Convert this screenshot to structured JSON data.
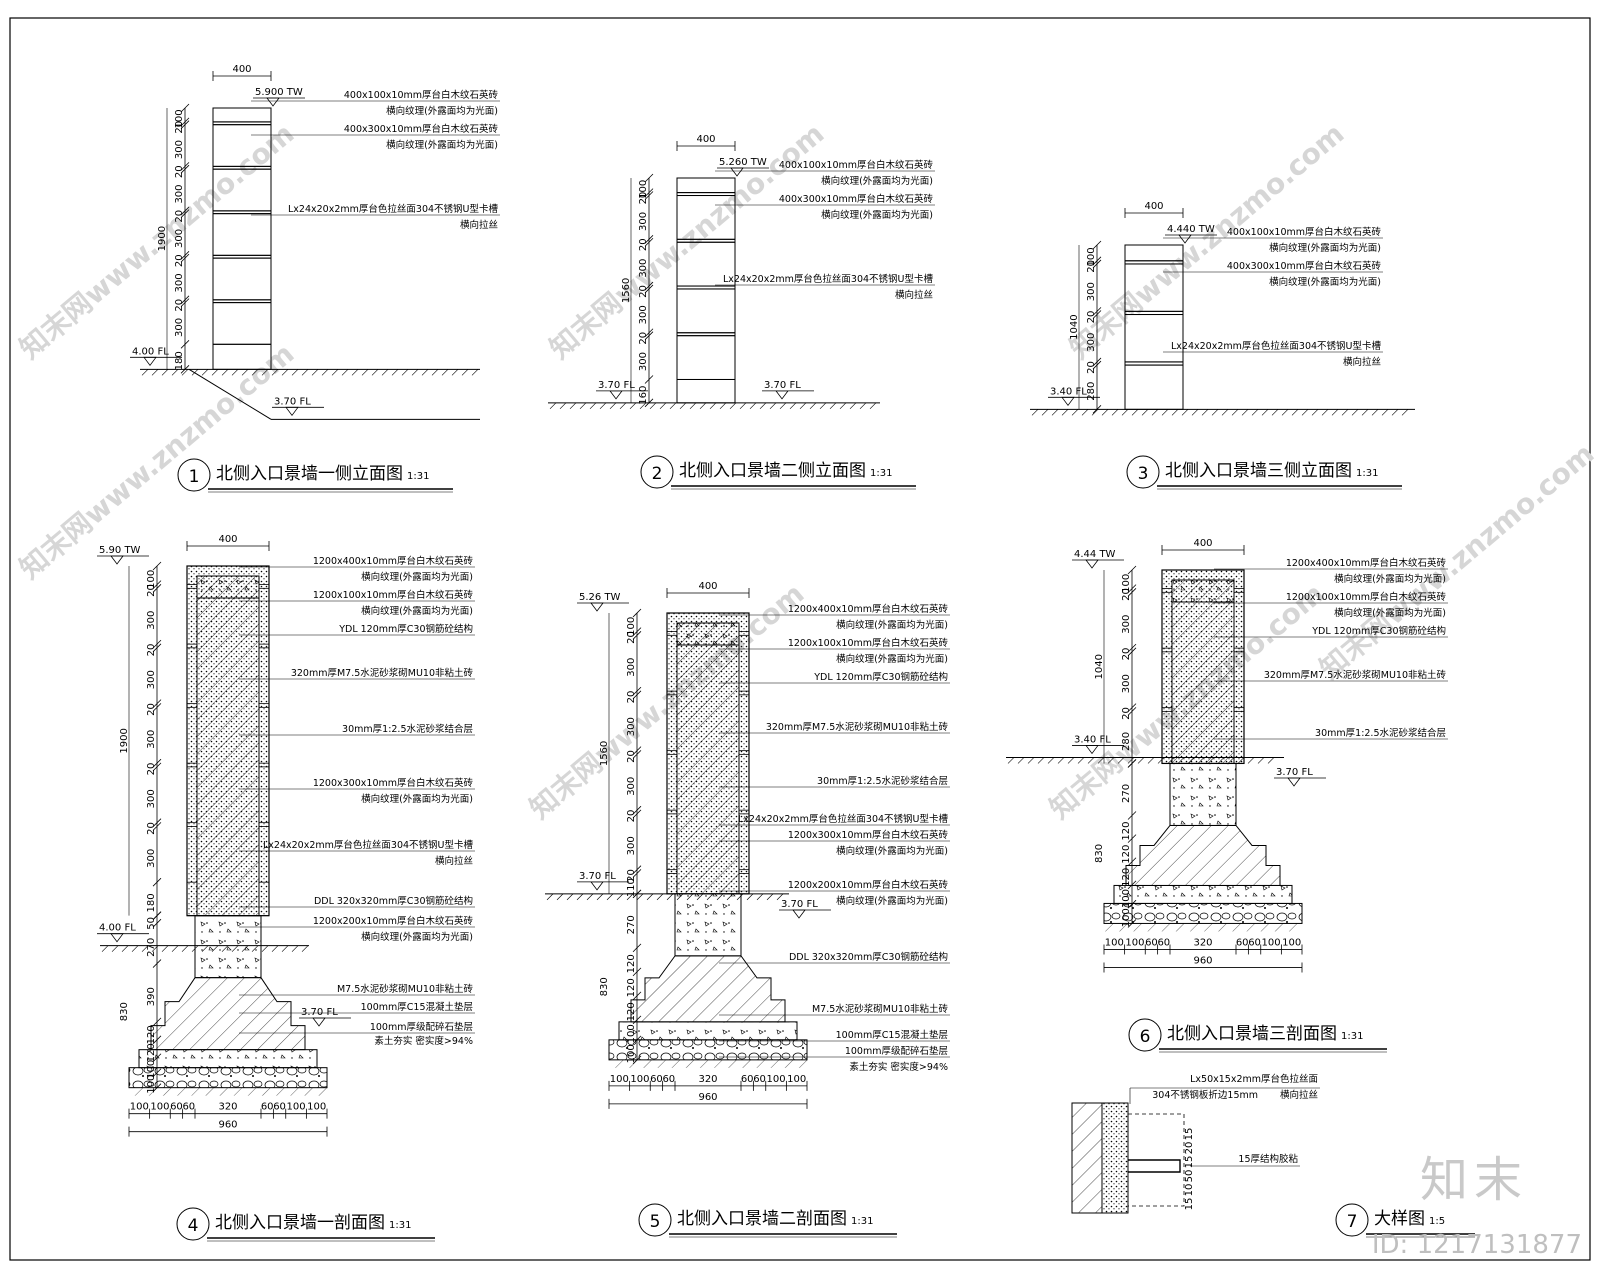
{
  "watermark": {
    "site": "知末网www.znzmo.com",
    "brand": "知末",
    "id": "ID: 1217131877"
  },
  "titles": [
    {
      "num": "1",
      "text": "北侧入口景墙一侧立面图",
      "scale": "1:31"
    },
    {
      "num": "2",
      "text": "北侧入口景墙二侧立面图",
      "scale": "1:31"
    },
    {
      "num": "3",
      "text": "北侧入口景墙三侧立面图",
      "scale": "1:31"
    },
    {
      "num": "4",
      "text": "北侧入口景墙一剖面图",
      "scale": "1:31"
    },
    {
      "num": "5",
      "text": "北侧入口景墙二剖面图",
      "scale": "1:31"
    },
    {
      "num": "6",
      "text": "北侧入口景墙三剖面图",
      "scale": "1:31"
    },
    {
      "num": "7",
      "text": "大样图",
      "scale": "1:5"
    }
  ],
  "elev1": {
    "top_dim": "400",
    "total": "1900",
    "level_top": "5.900 TW",
    "level_left": "4.00 FL",
    "level_right": "3.70 FL",
    "segments": [
      "100",
      "20",
      "300",
      "20",
      "300",
      "20",
      "300",
      "20",
      "300",
      "20",
      "300",
      "180"
    ],
    "notes": [
      "400x100x10mm厚台白木纹石英砖",
      "横向纹理(外露面均为光面)",
      "400x300x10mm厚台白木纹石英砖",
      "横向纹理(外露面均为光面)",
      "Lx24x20x2mm厚台色拉丝面304不锈钢U型卡槽",
      "横向拉丝"
    ]
  },
  "elev2": {
    "top_dim": "400",
    "total": "1560",
    "level_top": "5.260 TW",
    "level_left": "3.70 FL",
    "level_right": "3.70 FL",
    "segments": [
      "100",
      "20",
      "300",
      "20",
      "300",
      "20",
      "300",
      "20",
      "300",
      "160"
    ],
    "notes": [
      "400x100x10mm厚台白木纹石英砖",
      "横向纹理(外露面均为光面)",
      "400x300x10mm厚台白木纹石英砖",
      "横向纹理(外露面均为光面)",
      "Lx24x20x2mm厚台色拉丝面304不锈钢U型卡槽",
      "横向拉丝"
    ]
  },
  "elev3": {
    "top_dim": "400",
    "total": "1040",
    "level_top": "4.440 TW",
    "level_left": "3.40 FL",
    "segments": [
      "100",
      "20",
      "300",
      "20",
      "300",
      "20",
      "280"
    ],
    "notes": [
      "400x100x10mm厚台白木纹石英砖",
      "横向纹理(外露面均为光面)",
      "400x300x10mm厚台白木纹石英砖",
      "横向纹理(外露面均为光面)",
      "Lx24x20x2mm厚台色拉丝面304不锈钢U型卡槽",
      "横向拉丝"
    ]
  },
  "sec4": {
    "top_dim": "400",
    "total": "1900",
    "base_total": "830",
    "level_top": "5.90 TW",
    "level_left": "4.00 FL",
    "level_right": "3.70 FL",
    "segments": [
      "100",
      "20",
      "300",
      "20",
      "300",
      "20",
      "300",
      "20",
      "300",
      "20",
      "300",
      "180"
    ],
    "base_segments": [
      "50",
      "270",
      "390",
      "120",
      "120",
      "100",
      "100"
    ],
    "bottom_dims": [
      "100",
      "100",
      "60",
      "60",
      "320",
      "60",
      "60",
      "100",
      "100"
    ],
    "bottom_total": "960",
    "notes": [
      "1200x400x10mm厚台白木纹石英砖",
      "横向纹理(外露面均为光面)",
      "1200x100x10mm厚台白木纹石英砖",
      "横向纹理(外露面均为光面)",
      "YDL 120mm厚C30钢筋砼结构",
      "320mm厚M7.5水泥砂浆砌MU10非粘土砖",
      "30mm厚1:2.5水泥砂浆结合层",
      "1200x300x10mm厚台白木纹石英砖",
      "横向纹理(外露面均为光面)",
      "Lx24x20x2mm厚台色拉丝面304不锈钢U型卡槽",
      "横向拉丝",
      "DDL 320x320mm厚C30钢筋砼结构",
      "1200x200x10mm厚台白木纹石英砖",
      "横向纹理(外露面均为光面)",
      "M7.5水泥砂浆砌MU10非粘土砖",
      "100mm厚C15混凝土垫层",
      "100mm厚级配碎石垫层",
      "素土夯实 密实度>94%"
    ]
  },
  "sec5": {
    "top_dim": "400",
    "total": "1560",
    "base_total": "830",
    "level_top": "5.26 TW",
    "level_left": "3.70 FL",
    "level_right": "3.70 FL",
    "segments": [
      "100",
      "20",
      "300",
      "20",
      "300",
      "20",
      "300",
      "20",
      "300",
      "20",
      "110"
    ],
    "base_segments": [
      "270",
      "120",
      "120",
      "120",
      "100",
      "100"
    ],
    "bottom_dims": [
      "100",
      "100",
      "60",
      "60",
      "320",
      "60",
      "60",
      "100",
      "100"
    ],
    "bottom_total": "960",
    "notes": [
      "1200x400x10mm厚台白木纹石英砖",
      "横向纹理(外露面均为光面)",
      "1200x100x10mm厚台白木纹石英砖",
      "横向纹理(外露面均为光面)",
      "YDL 120mm厚C30钢筋砼结构",
      "320mm厚M7.5水泥砂浆砌MU10非粘土砖",
      "30mm厚1:2.5水泥砂浆结合层",
      "Lx24x20x2mm厚台色拉丝面304不锈钢U型卡槽",
      "1200x300x10mm厚台白木纹石英砖",
      "横向纹理(外露面均为光面)",
      "1200x200x10mm厚台白木纹石英砖",
      "横向纹理(外露面均为光面)",
      "DDL 320x320mm厚C30钢筋砼结构",
      "M7.5水泥砂浆砌MU10非粘土砖",
      "100mm厚C15混凝土垫层",
      "100mm厚级配碎石垫层",
      "素土夯实 密实度>94%"
    ]
  },
  "sec6": {
    "top_dim": "400",
    "total": "1040",
    "base_total": "830",
    "level_top": "4.44 TW",
    "level_left": "3.40 FL",
    "level_right": "3.70 FL",
    "segments": [
      "100",
      "20",
      "300",
      "20",
      "300",
      "20",
      "280"
    ],
    "base_segments": [
      "270",
      "120",
      "120",
      "120",
      "100",
      "100"
    ],
    "bottom_dims": [
      "100",
      "100",
      "60",
      "60",
      "320",
      "60",
      "60",
      "100",
      "100"
    ],
    "bottom_total": "960",
    "notes": [
      "1200x400x10mm厚台白木纹石英砖",
      "横向纹理(外露面均为光面)",
      "1200x100x10mm厚台白木纹石英砖",
      "横向纹理(外露面均为光面)",
      "YDL 120mm厚C30钢筋砼结构",
      "320mm厚M7.5水泥砂浆砌MU10非粘土砖",
      "30mm厚1:2.5水泥砂浆结合层"
    ]
  },
  "detail7": {
    "notes": [
      "Lx50x15x2mm厚台色拉丝面",
      "304不锈钢板折边15mm",
      "横向拉丝",
      "15厚结构胶粘"
    ],
    "dims": [
      "15",
      "20",
      "15",
      "50",
      "10",
      "15"
    ]
  }
}
